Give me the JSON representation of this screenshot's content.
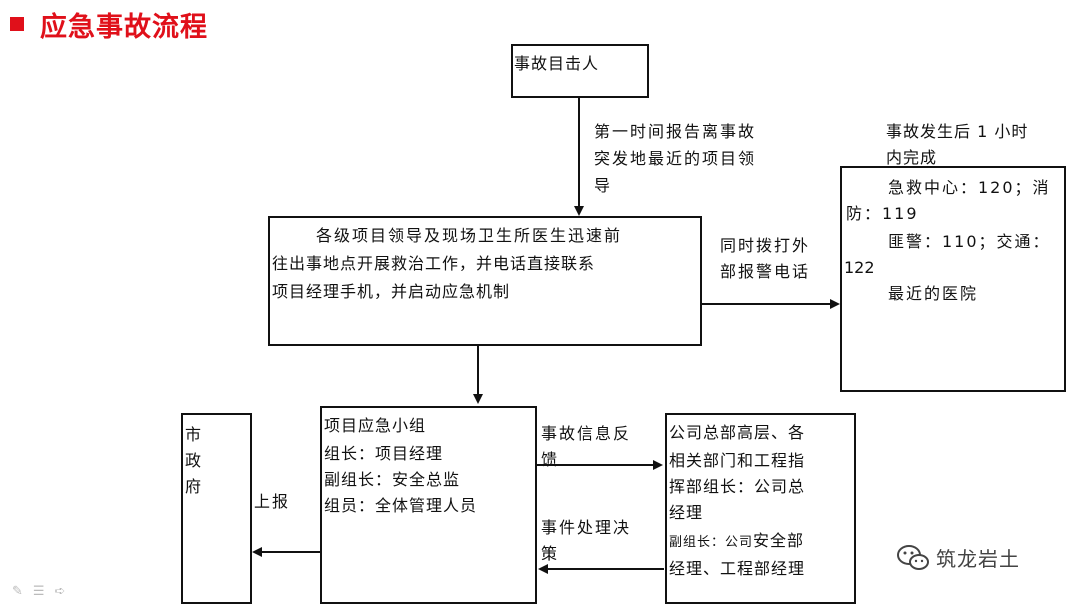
{
  "title": "应急事故流程",
  "nodes": {
    "witness": "事故目击人",
    "leaders": {
      "line1": "各级项目领导及现场卫生所医生迅速前",
      "line2": "往出事地点开展救治工作，并电话直接联系",
      "line3": "项目经理手机，并启动应急机制"
    },
    "emergency": {
      "line1": "急救中心：120；消",
      "line2": "防：119",
      "line3": "匪警：110；交通：",
      "line4": "122",
      "line5": "最近的医院"
    },
    "team": {
      "line1": "项目应急小组",
      "line2": "组长：项目经理",
      "line3": "副组长：安全总监",
      "line4": "组员：全体管理人员"
    },
    "hq": {
      "line1": "公司总部高层、各",
      "line2": "相关部门和工程指",
      "line3": "挥部组长：公司总",
      "line4": "经理",
      "line5_prefix": "副组长：公司",
      "line5_suffix": "安全部",
      "line6": "经理、工程部经理"
    },
    "government": {
      "c1": "市",
      "c2": "政",
      "c3": "府"
    }
  },
  "labels": {
    "report_leader": {
      "line1": "第一时间报告离事故",
      "line2": "突发地最近的项目领",
      "line3": "导"
    },
    "one_hour": {
      "line1": "事故发生后 1 小时",
      "line2": "内完成"
    },
    "call_external": {
      "line1": "同时拨打外",
      "line2": "部报警电话"
    },
    "feedback": {
      "line1": "事故信息反",
      "line2": "馈"
    },
    "decision": {
      "line1": "事件处理决",
      "line2": "策"
    },
    "report_up": "上报"
  },
  "watermark": "筑龙岩土",
  "colors": {
    "title": "#e0101a",
    "line": "#111111"
  }
}
